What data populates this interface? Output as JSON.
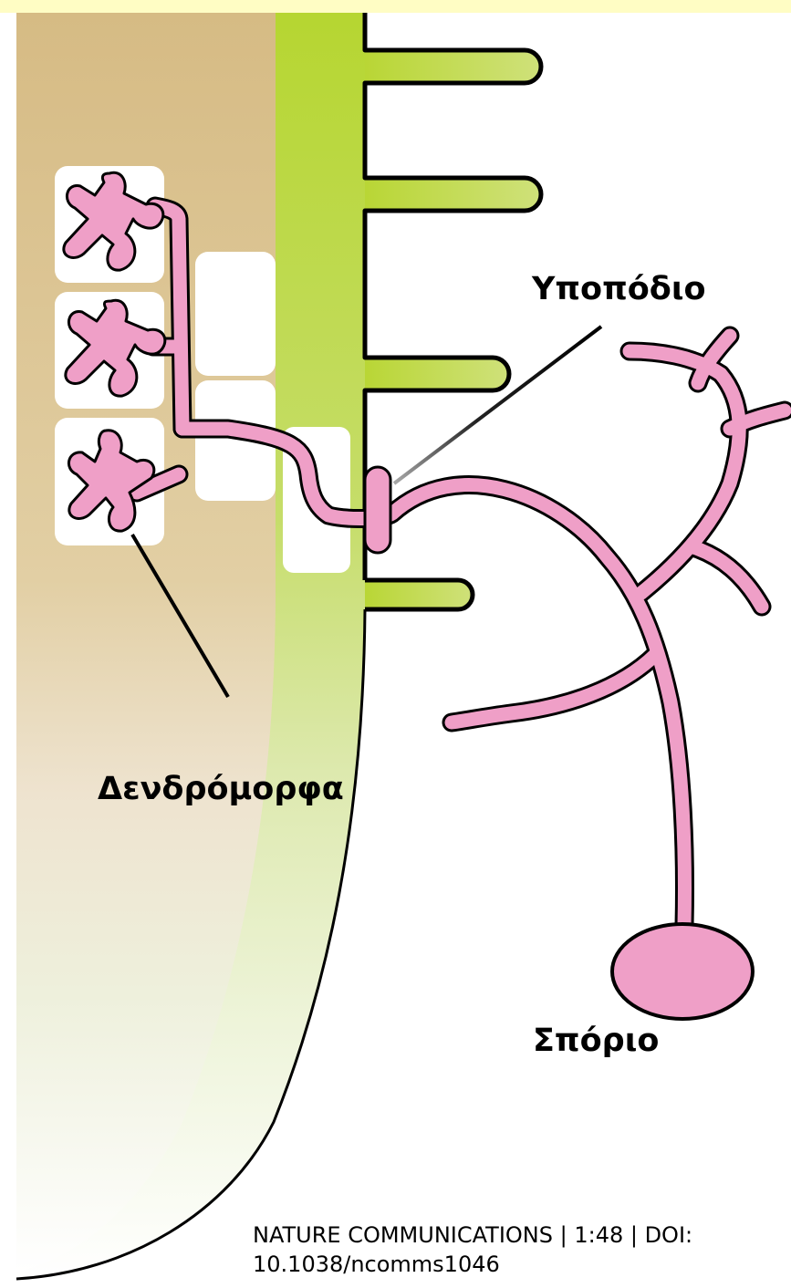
{
  "labels": {
    "hypopodium": "Υποπόδιο",
    "arbuscules": "Δενδρόμορφα",
    "spore": "Σπόριο"
  },
  "citation": {
    "line1": "NATURE COMMUNICATIONS | 1:48 | DOI:",
    "line2": "10.1038/ncomms1046"
  },
  "colors": {
    "top_band": "#fffdc4",
    "cortex_tan": "#d6bb84",
    "epidermis_green": "#b9d635",
    "fungus_pink": "#ef9fc7",
    "cell_white": "#ffffff",
    "outline": "#000000"
  }
}
